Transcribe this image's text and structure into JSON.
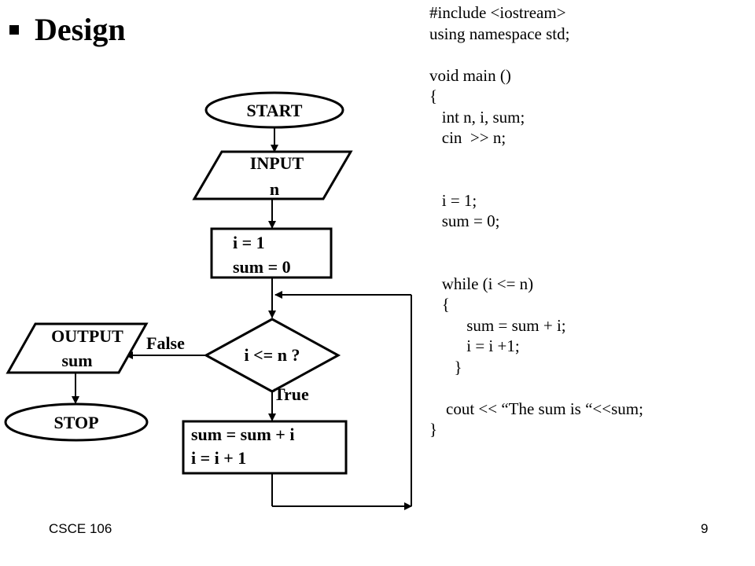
{
  "slide": {
    "title": "Design",
    "footer_left": "CSCE 106",
    "page_number": "9"
  },
  "flowchart": {
    "start": "START",
    "input_line1": "INPUT",
    "input_line2": "n",
    "init_line1": "i = 1",
    "init_line2": "sum = 0",
    "condition": "i <= n ?",
    "true_label": "True",
    "false_label": "False",
    "body_line1": "sum = sum + i",
    "body_line2": "i = i + 1",
    "output_line1": "OUTPUT",
    "output_line2": "sum",
    "stop": "STOP"
  },
  "code": {
    "lines": [
      "#include <iostream>",
      "using namespace std;",
      "",
      "void main ()",
      "{",
      "   int n, i, sum;",
      "   cin  >> n;",
      "",
      "",
      "   i = 1;",
      "   sum = 0;",
      "",
      "",
      "   while (i <= n)",
      "   {",
      "         sum = sum + i;",
      "         i = i +1;",
      "      }",
      "",
      "    cout << “The sum is “<<sum;",
      "}"
    ]
  }
}
